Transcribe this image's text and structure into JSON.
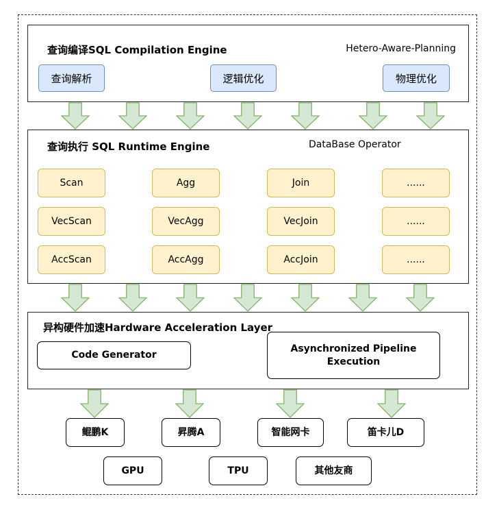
{
  "compilation_layer": {
    "title": "查询编译SQL Compilation Engine",
    "subtitle": "Hetero-Aware-Planning",
    "steps": [
      "查询解析",
      "逻辑优化",
      "物理优化"
    ]
  },
  "runtime_layer": {
    "title": "查询执行 SQL Runtime Engine",
    "subtitle": "DataBase Operator",
    "operators": [
      [
        "Scan",
        "Agg",
        "Join",
        "......"
      ],
      [
        "VecScan",
        "VecAgg",
        "VecJoin",
        "......"
      ],
      [
        "AccScan",
        "AccAgg",
        "AccJoin",
        "......"
      ]
    ]
  },
  "hardware_layer": {
    "title": "异构硬件加速Hardware Acceleration Layer",
    "code_generator": "Code Generator",
    "pipeline_line1": "Asynchronized Pipeline",
    "pipeline_line2": "Execution"
  },
  "devices": {
    "row1": [
      "鲲鹏K",
      "昇腾A",
      "智能网卡",
      "笛卡儿D"
    ],
    "row2": [
      "GPU",
      "TPU",
      "其他友商"
    ]
  },
  "colors": {
    "arrow_fill": "#d5e8d4",
    "arrow_stroke": "#82b366",
    "step_fill": "#dae8fc",
    "operator_fill": "#fff2cc"
  }
}
